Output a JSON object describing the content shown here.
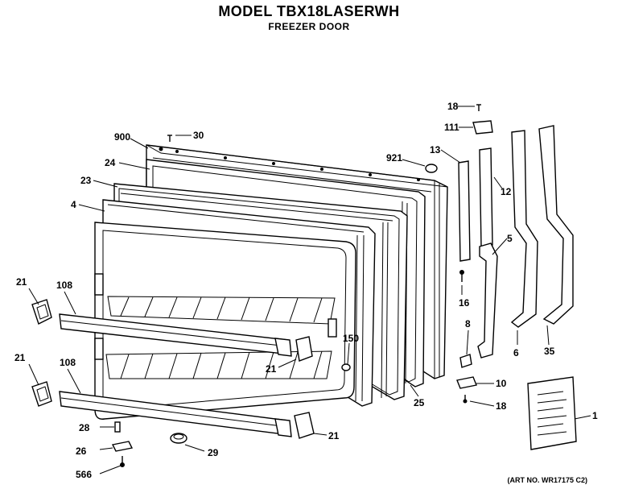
{
  "header": {
    "title": "MODEL TBX18LASERWH",
    "subtitle": "FREEZER DOOR"
  },
  "footer": {
    "art_no": "(ART NO. WR17175 C2)"
  },
  "callouts": {
    "p900": "900",
    "p30": "30",
    "p24": "24",
    "p23": "23",
    "p4": "4",
    "p921": "921",
    "p13": "13",
    "p12": "12",
    "p18a": "18",
    "p111": "111",
    "p5": "5",
    "p16": "16",
    "p8": "8",
    "p6": "6",
    "p35": "35",
    "p10": "10",
    "p18b": "18",
    "p1": "1",
    "p21a": "21",
    "p108a": "108",
    "p21b": "21",
    "p108b": "108",
    "p150": "150",
    "p21c": "21",
    "p25": "25",
    "p28": "28",
    "p26": "26",
    "p566": "566",
    "p29": "29",
    "p21d": "21"
  }
}
